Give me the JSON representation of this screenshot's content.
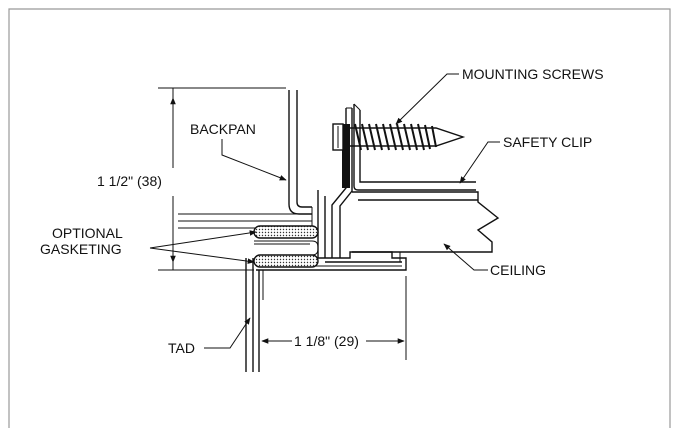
{
  "labels": {
    "mounting_screws": "MOUNTING SCREWS",
    "safety_clip": "SAFETY CLIP",
    "backpan": "BACKPAN",
    "height_dim": "1 1/2\" (38)",
    "optional": "OPTIONAL",
    "gasketing": "GASKETING",
    "ceiling": "CEILING",
    "tad": "TAD",
    "width_dim": "1 1/8\" (29)"
  },
  "colors": {
    "line": "#111111",
    "frame": "#999999",
    "background": "#ffffff",
    "gasket_fill": "#d8d8d8"
  }
}
